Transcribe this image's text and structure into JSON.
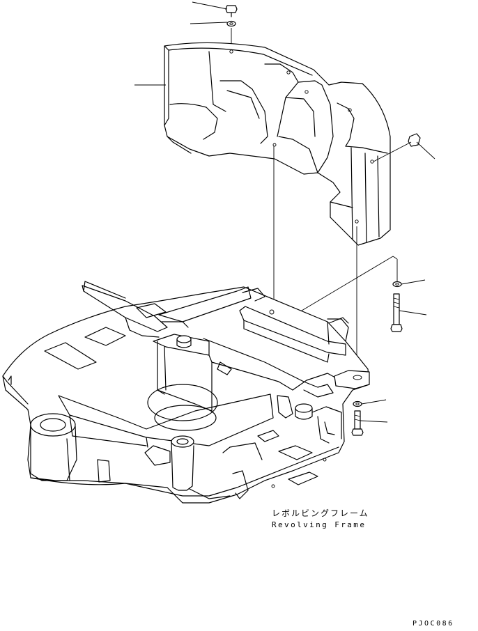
{
  "diagram": {
    "part_label_jp": "レボルビングフレーム",
    "part_label_en": "Revolving Frame",
    "drawing_code": "PJOC086"
  }
}
